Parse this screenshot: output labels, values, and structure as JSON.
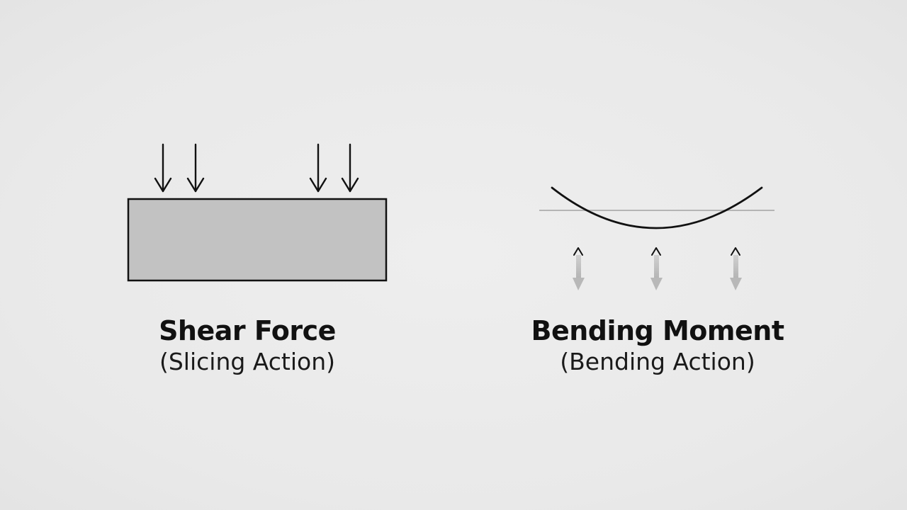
{
  "panels": {
    "shear": {
      "title": "Shear Force",
      "subtitle": "(Slicing Action)"
    },
    "bending": {
      "title": "Bending Moment",
      "subtitle": "(Bending Action)"
    }
  },
  "colors": {
    "background": "#ebebeb",
    "beam_fill": "#c2c2c2",
    "stroke": "#111111",
    "reference_line": "#b5b5b5",
    "reaction_arrow": "#bdbdbd"
  },
  "icons": {
    "load_arrow": "down-arrow-icon",
    "reaction_arrow": "double-arrow-icon"
  }
}
